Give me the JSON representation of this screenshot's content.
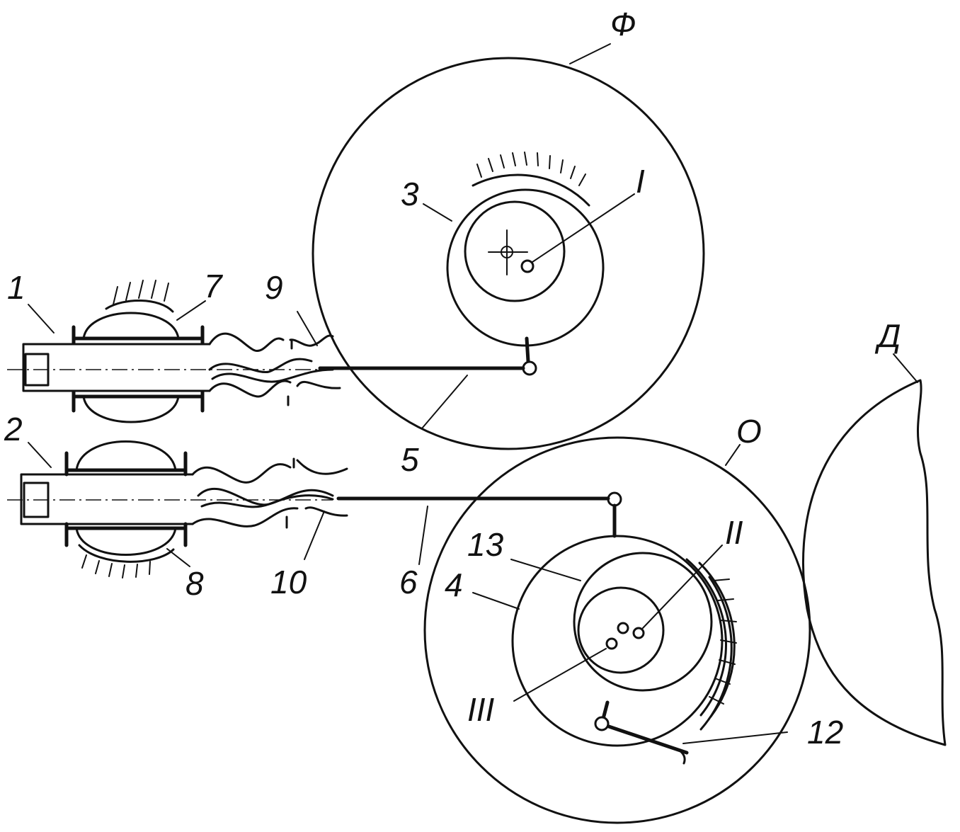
{
  "diagram": {
    "labels": {
      "flywheel": "Ф",
      "object": "О",
      "part": "Д",
      "shaft_1": "I",
      "shaft_2": "II",
      "shaft_3": "III",
      "n1": "1",
      "n2": "2",
      "n3": "3",
      "n4": "4",
      "n5": "5",
      "n6": "6",
      "n7": "7",
      "n8": "8",
      "n9": "9",
      "n10": "10",
      "n12": "12",
      "n13": "13"
    },
    "colors": {
      "stroke": "#111111",
      "background": "#ffffff"
    }
  }
}
